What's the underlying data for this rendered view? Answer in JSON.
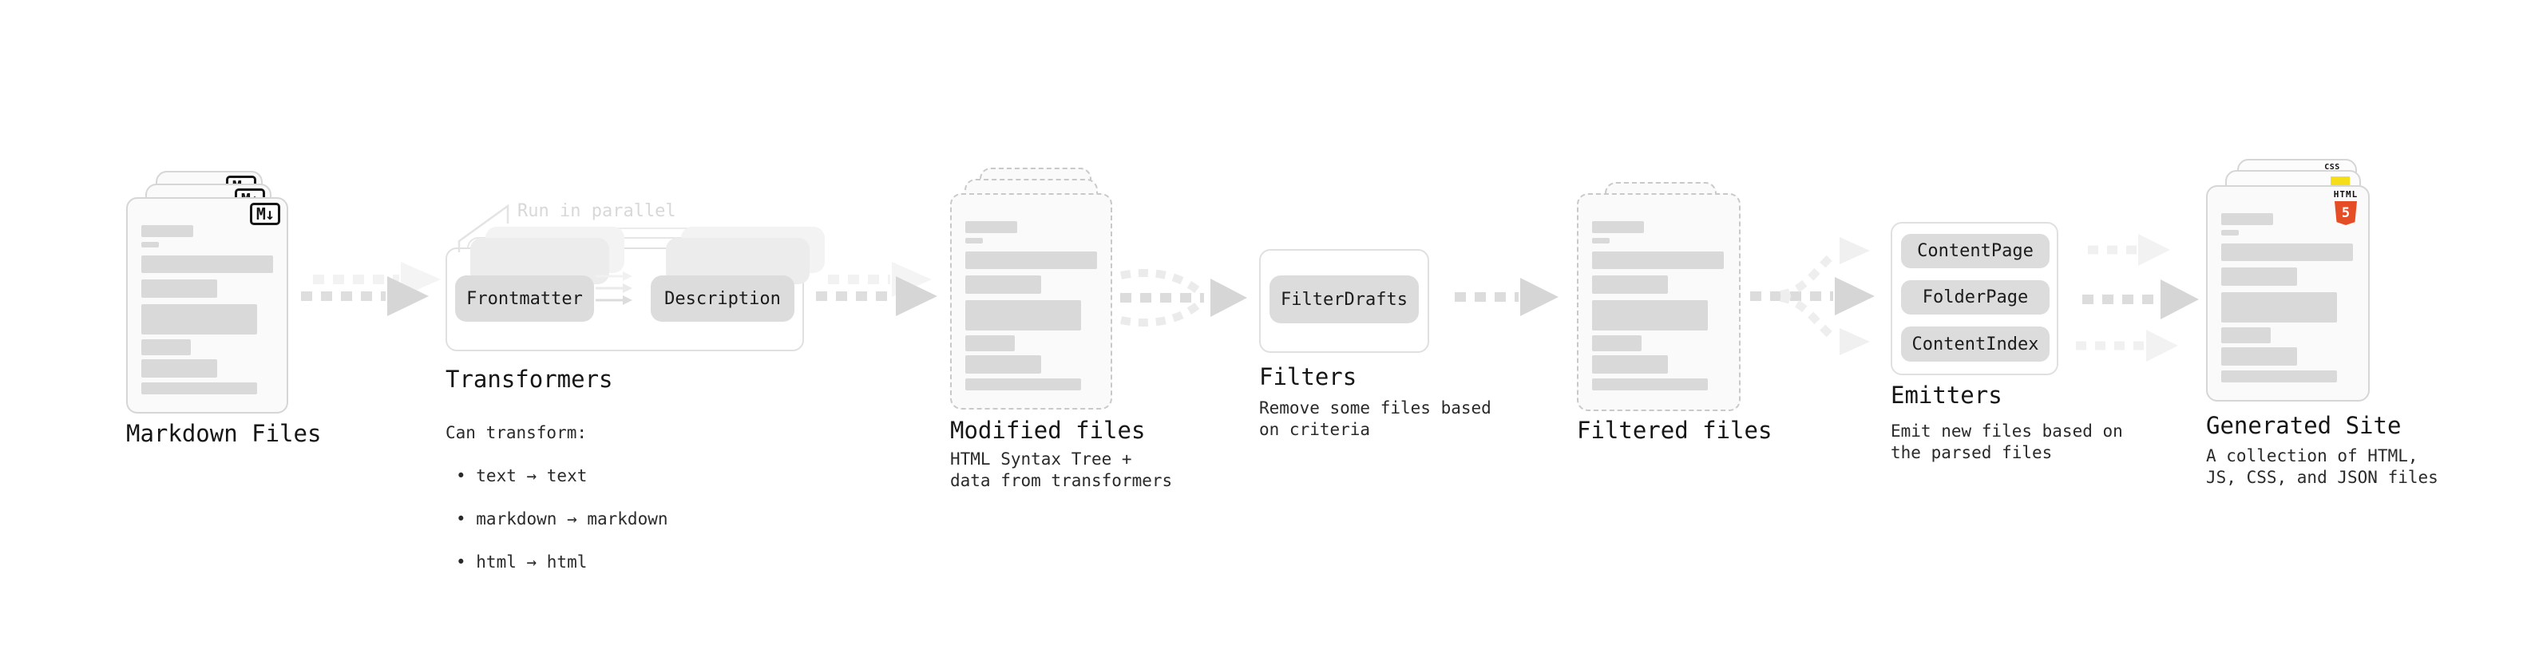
{
  "diagram": {
    "markdown": {
      "title": "Markdown Files",
      "badge": "M↓"
    },
    "transformers": {
      "title": "Transformers",
      "annotation": "Run in parallel",
      "pill_left": "Frontmatter",
      "pill_right": "Description",
      "desc_heading": "Can transform:",
      "bullet_1": "• text → text",
      "bullet_2": "• markdown → markdown",
      "bullet_3": "• html → html"
    },
    "modified": {
      "title": "Modified files",
      "subtitle": "HTML Syntax Tree +\ndata from transformers"
    },
    "filters": {
      "title": "Filters",
      "pill": "FilterDrafts",
      "subtitle": "Remove some files based\non criteria"
    },
    "filtered": {
      "title": "Filtered files"
    },
    "emitters": {
      "title": "Emitters",
      "pill_1": "ContentPage",
      "pill_2": "FolderPage",
      "pill_3": "ContentIndex",
      "subtitle": "Emit new files based on\nthe parsed files"
    },
    "site": {
      "title": "Generated Site",
      "subtitle": "A collection of HTML,\nJS, CSS, and JSON files",
      "html_badge_label": "HTML",
      "html_badge_number": "5",
      "css_badge_label": "CSS"
    }
  },
  "colors": {
    "accent_orange": "#e44d26",
    "accent_yellow": "#f5de19",
    "accent_blue": "#2965f1",
    "skeleton_bar": "#d9d9d9",
    "arrow_dark": "#dcdcdc",
    "arrow_light": "#f0f0f0"
  }
}
